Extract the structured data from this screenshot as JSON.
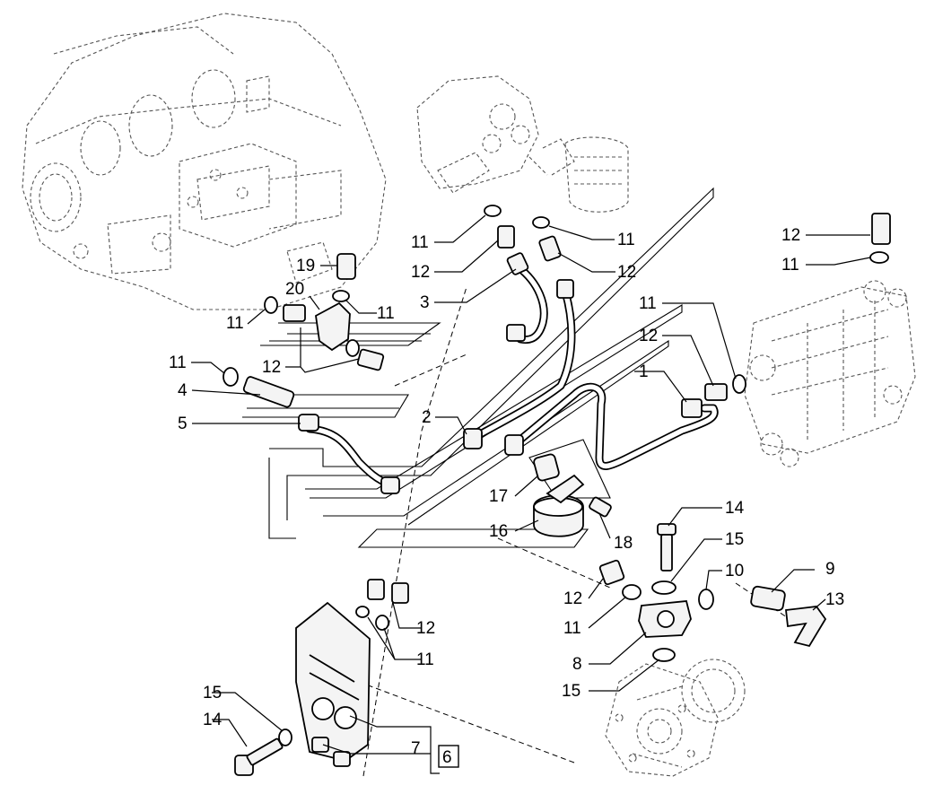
{
  "callouts": [
    {
      "id": "c1",
      "text": "11"
    },
    {
      "id": "c2",
      "text": "12"
    },
    {
      "id": "c3",
      "text": "3"
    },
    {
      "id": "c4",
      "text": "11"
    },
    {
      "id": "c5",
      "text": "12"
    },
    {
      "id": "c6",
      "text": "19"
    },
    {
      "id": "c7",
      "text": "20"
    },
    {
      "id": "c8",
      "text": "11"
    },
    {
      "id": "c9",
      "text": "11"
    },
    {
      "id": "c10",
      "text": "12"
    },
    {
      "id": "c11",
      "text": "11"
    },
    {
      "id": "c12",
      "text": "4"
    },
    {
      "id": "c13",
      "text": "5"
    },
    {
      "id": "c14",
      "text": "2"
    },
    {
      "id": "c15",
      "text": "1"
    },
    {
      "id": "c16",
      "text": "11"
    },
    {
      "id": "c17",
      "text": "12"
    },
    {
      "id": "c18",
      "text": "12"
    },
    {
      "id": "c19",
      "text": "11"
    },
    {
      "id": "c20",
      "text": "17"
    },
    {
      "id": "c21",
      "text": "16"
    },
    {
      "id": "c22",
      "text": "18"
    },
    {
      "id": "c23",
      "text": "14"
    },
    {
      "id": "c24",
      "text": "15"
    },
    {
      "id": "c25",
      "text": "10"
    },
    {
      "id": "c26",
      "text": "9"
    },
    {
      "id": "c27",
      "text": "13"
    },
    {
      "id": "c28",
      "text": "12"
    },
    {
      "id": "c29",
      "text": "11"
    },
    {
      "id": "c30",
      "text": "8"
    },
    {
      "id": "c31",
      "text": "15"
    },
    {
      "id": "c32",
      "text": "12"
    },
    {
      "id": "c33",
      "text": "11"
    },
    {
      "id": "c34",
      "text": "15"
    },
    {
      "id": "c35",
      "text": "14"
    },
    {
      "id": "c36",
      "text": "7"
    },
    {
      "id": "c37",
      "text": "6"
    }
  ]
}
